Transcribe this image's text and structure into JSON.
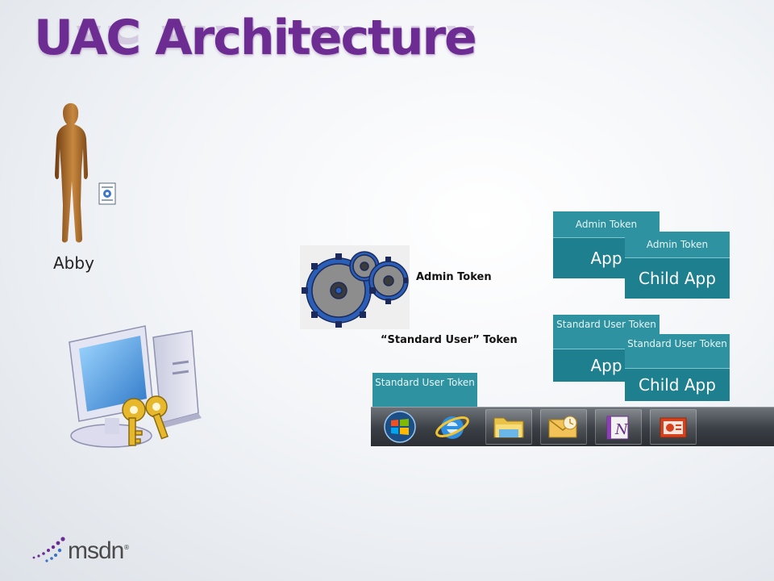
{
  "slide": {
    "title": "UAC Architecture",
    "user_name": "Abby",
    "admin_token_label": "Admin Token",
    "standard_token_label": "“Standard User” Token"
  },
  "cards": {
    "admin_app": {
      "head": "Admin Token",
      "body": "App"
    },
    "admin_child": {
      "head": "Admin Token",
      "body": "Child App"
    },
    "std_app": {
      "head": "Standard User Token",
      "body": "App"
    },
    "std_child": {
      "head": "Standard User Token",
      "body": "Child App"
    },
    "taskbar_token": {
      "head": "Standard User Token"
    }
  },
  "taskbar": {
    "items": [
      "start-orb-icon",
      "internet-explorer-icon",
      "folder-icon",
      "outlook-icon",
      "onenote-icon",
      "powerpoint-icon"
    ]
  },
  "brand": {
    "logo_text": "msdn",
    "tm": "®"
  },
  "colors": {
    "title": "#6c2c91",
    "card_head": "#2f92a0",
    "card_body": "#1e7f8e"
  }
}
